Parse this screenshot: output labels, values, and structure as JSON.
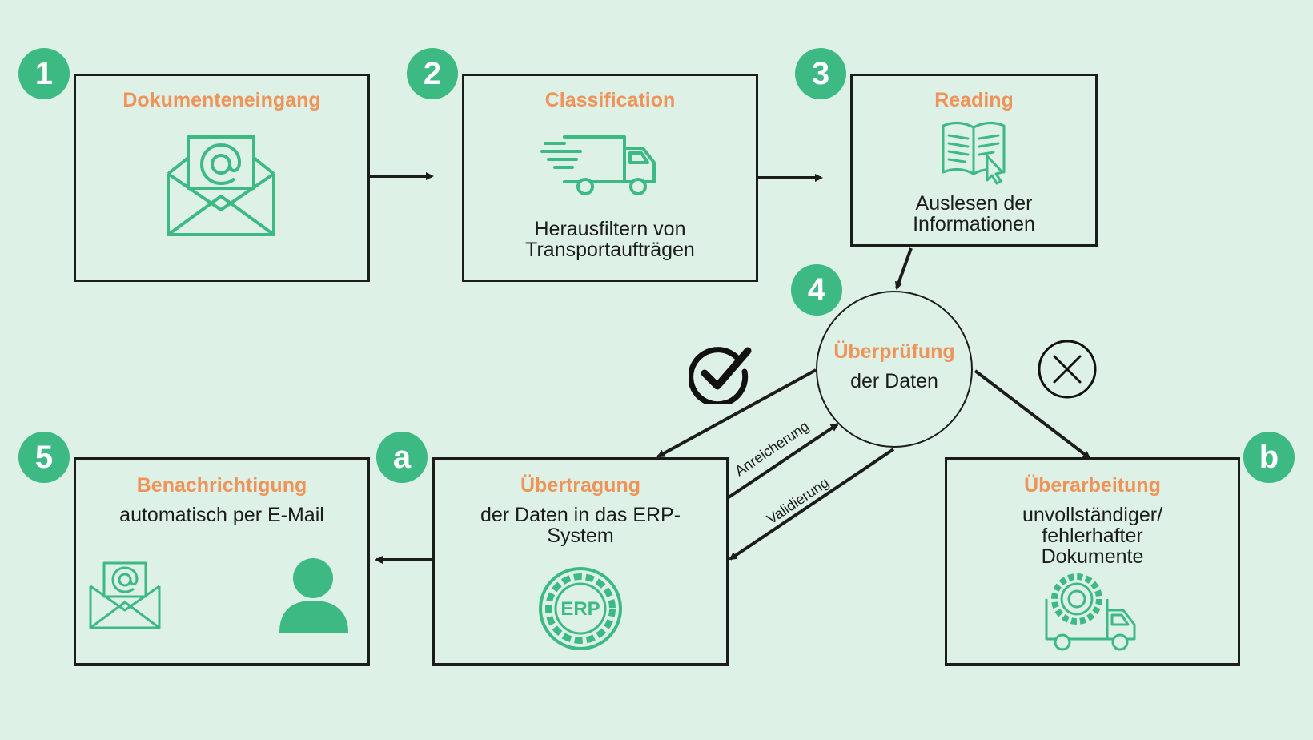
{
  "steps": [
    {
      "badge": "1",
      "title": "Dokumenteneingang",
      "desc": ""
    },
    {
      "badge": "2",
      "title": "Classification",
      "desc": "Herausfiltern von\nTransportaufträgen"
    },
    {
      "badge": "3",
      "title": "Reading",
      "desc": "Auslesen der\nInformationen"
    },
    {
      "badge": "4",
      "title": "Überprüfung",
      "desc": "der Daten"
    },
    {
      "badge": "5",
      "title": "Benachrichtigung",
      "desc": "automatisch per E-Mail"
    },
    {
      "badge": "a",
      "title": "Übertragung",
      "desc": "der Daten in das ERP-\nSystem"
    },
    {
      "badge": "b",
      "title": "Überarbeitung",
      "desc": "unvollständiger/\nfehlerhafter\nDokumente"
    }
  ],
  "edge_labels": {
    "enrichment": "Anreicherung",
    "validation": "Validierung"
  },
  "icons": {
    "step1": "email-at-icon",
    "step2": "delivery-truck-icon",
    "step3": "open-book-icon",
    "step5_left": "email-at-icon",
    "step5_right": "user-icon",
    "stepA": "erp-icon",
    "stepB": "truck-gear-icon",
    "valid": "check-icon",
    "invalid": "cross-icon"
  },
  "colors": {
    "background": "#ddf1e6",
    "accent_green": "#3db983",
    "title_orange": "#ef9358",
    "line": "#1c1c1c"
  }
}
